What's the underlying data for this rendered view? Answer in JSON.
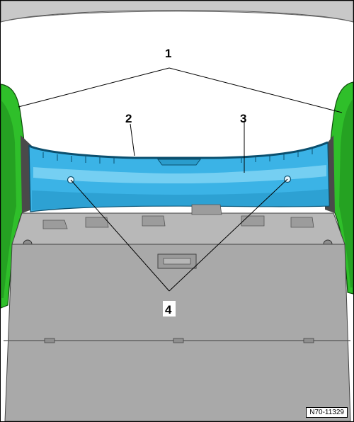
{
  "callouts": [
    {
      "label": "1"
    },
    {
      "label": "2"
    },
    {
      "label": "3"
    },
    {
      "label": "4"
    }
  ],
  "reference_code": "N70-11329",
  "colors": {
    "side_panel": "#2fbf2a",
    "side_panel_dark": "#1e8a1b",
    "trim_panel": "#3bb3e6",
    "trim_panel_light": "#8fdcf7",
    "body_grey": "#a9a9a9",
    "body_grey_dark": "#8e8e8e",
    "roof_grey": "#c8c8c8",
    "outline": "#000000"
  }
}
